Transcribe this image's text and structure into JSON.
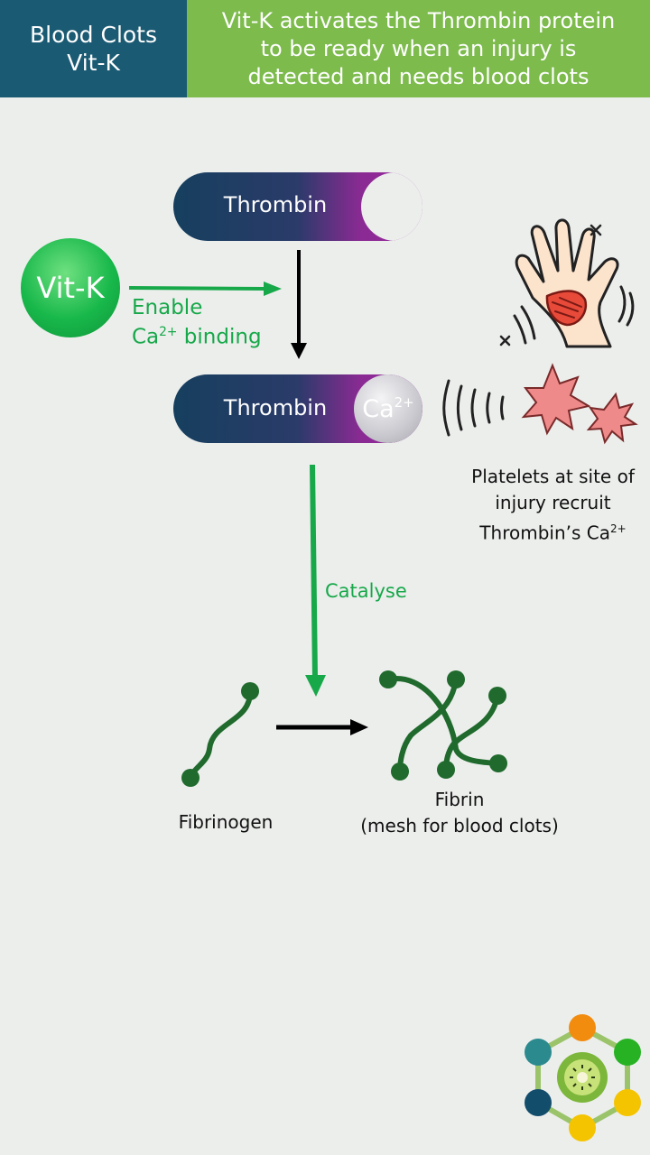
{
  "header": {
    "left_line1": "Blood Clots",
    "left_line2": "Vit-K",
    "right_line1": "Vit-K activates the Thrombin protein",
    "right_line2": "to be ready when an injury is",
    "right_line3": "detected and needs blood clots"
  },
  "thrombin_top": {
    "label": "Thrombin"
  },
  "thrombin_bottom": {
    "label": "Thrombin",
    "ion": "Ca",
    "ion_charge": "2+"
  },
  "vitk": {
    "label": "Vit-K"
  },
  "enable": {
    "line1": "Enable",
    "ca": "Ca",
    "charge": "2+",
    "rest": " binding"
  },
  "catalyse": {
    "label": "Catalyse"
  },
  "platelets": {
    "line1": "Platelets at site of",
    "line2": "injury recruit",
    "line3": "Thrombin’s Ca",
    "charge": "2+"
  },
  "fibrinogen": {
    "label": "Fibrinogen"
  },
  "fibrin": {
    "line1": "Fibrin",
    "line2": "(mesh for blood clots)"
  },
  "colors": {
    "header_left": "#1b5a73",
    "header_right": "#7dbb4d",
    "green": "#17a84a",
    "strand": "#1f6a2c"
  },
  "icons": [
    "injured-hand-icon",
    "platelet-icon",
    "logo-hexagon-icon"
  ]
}
